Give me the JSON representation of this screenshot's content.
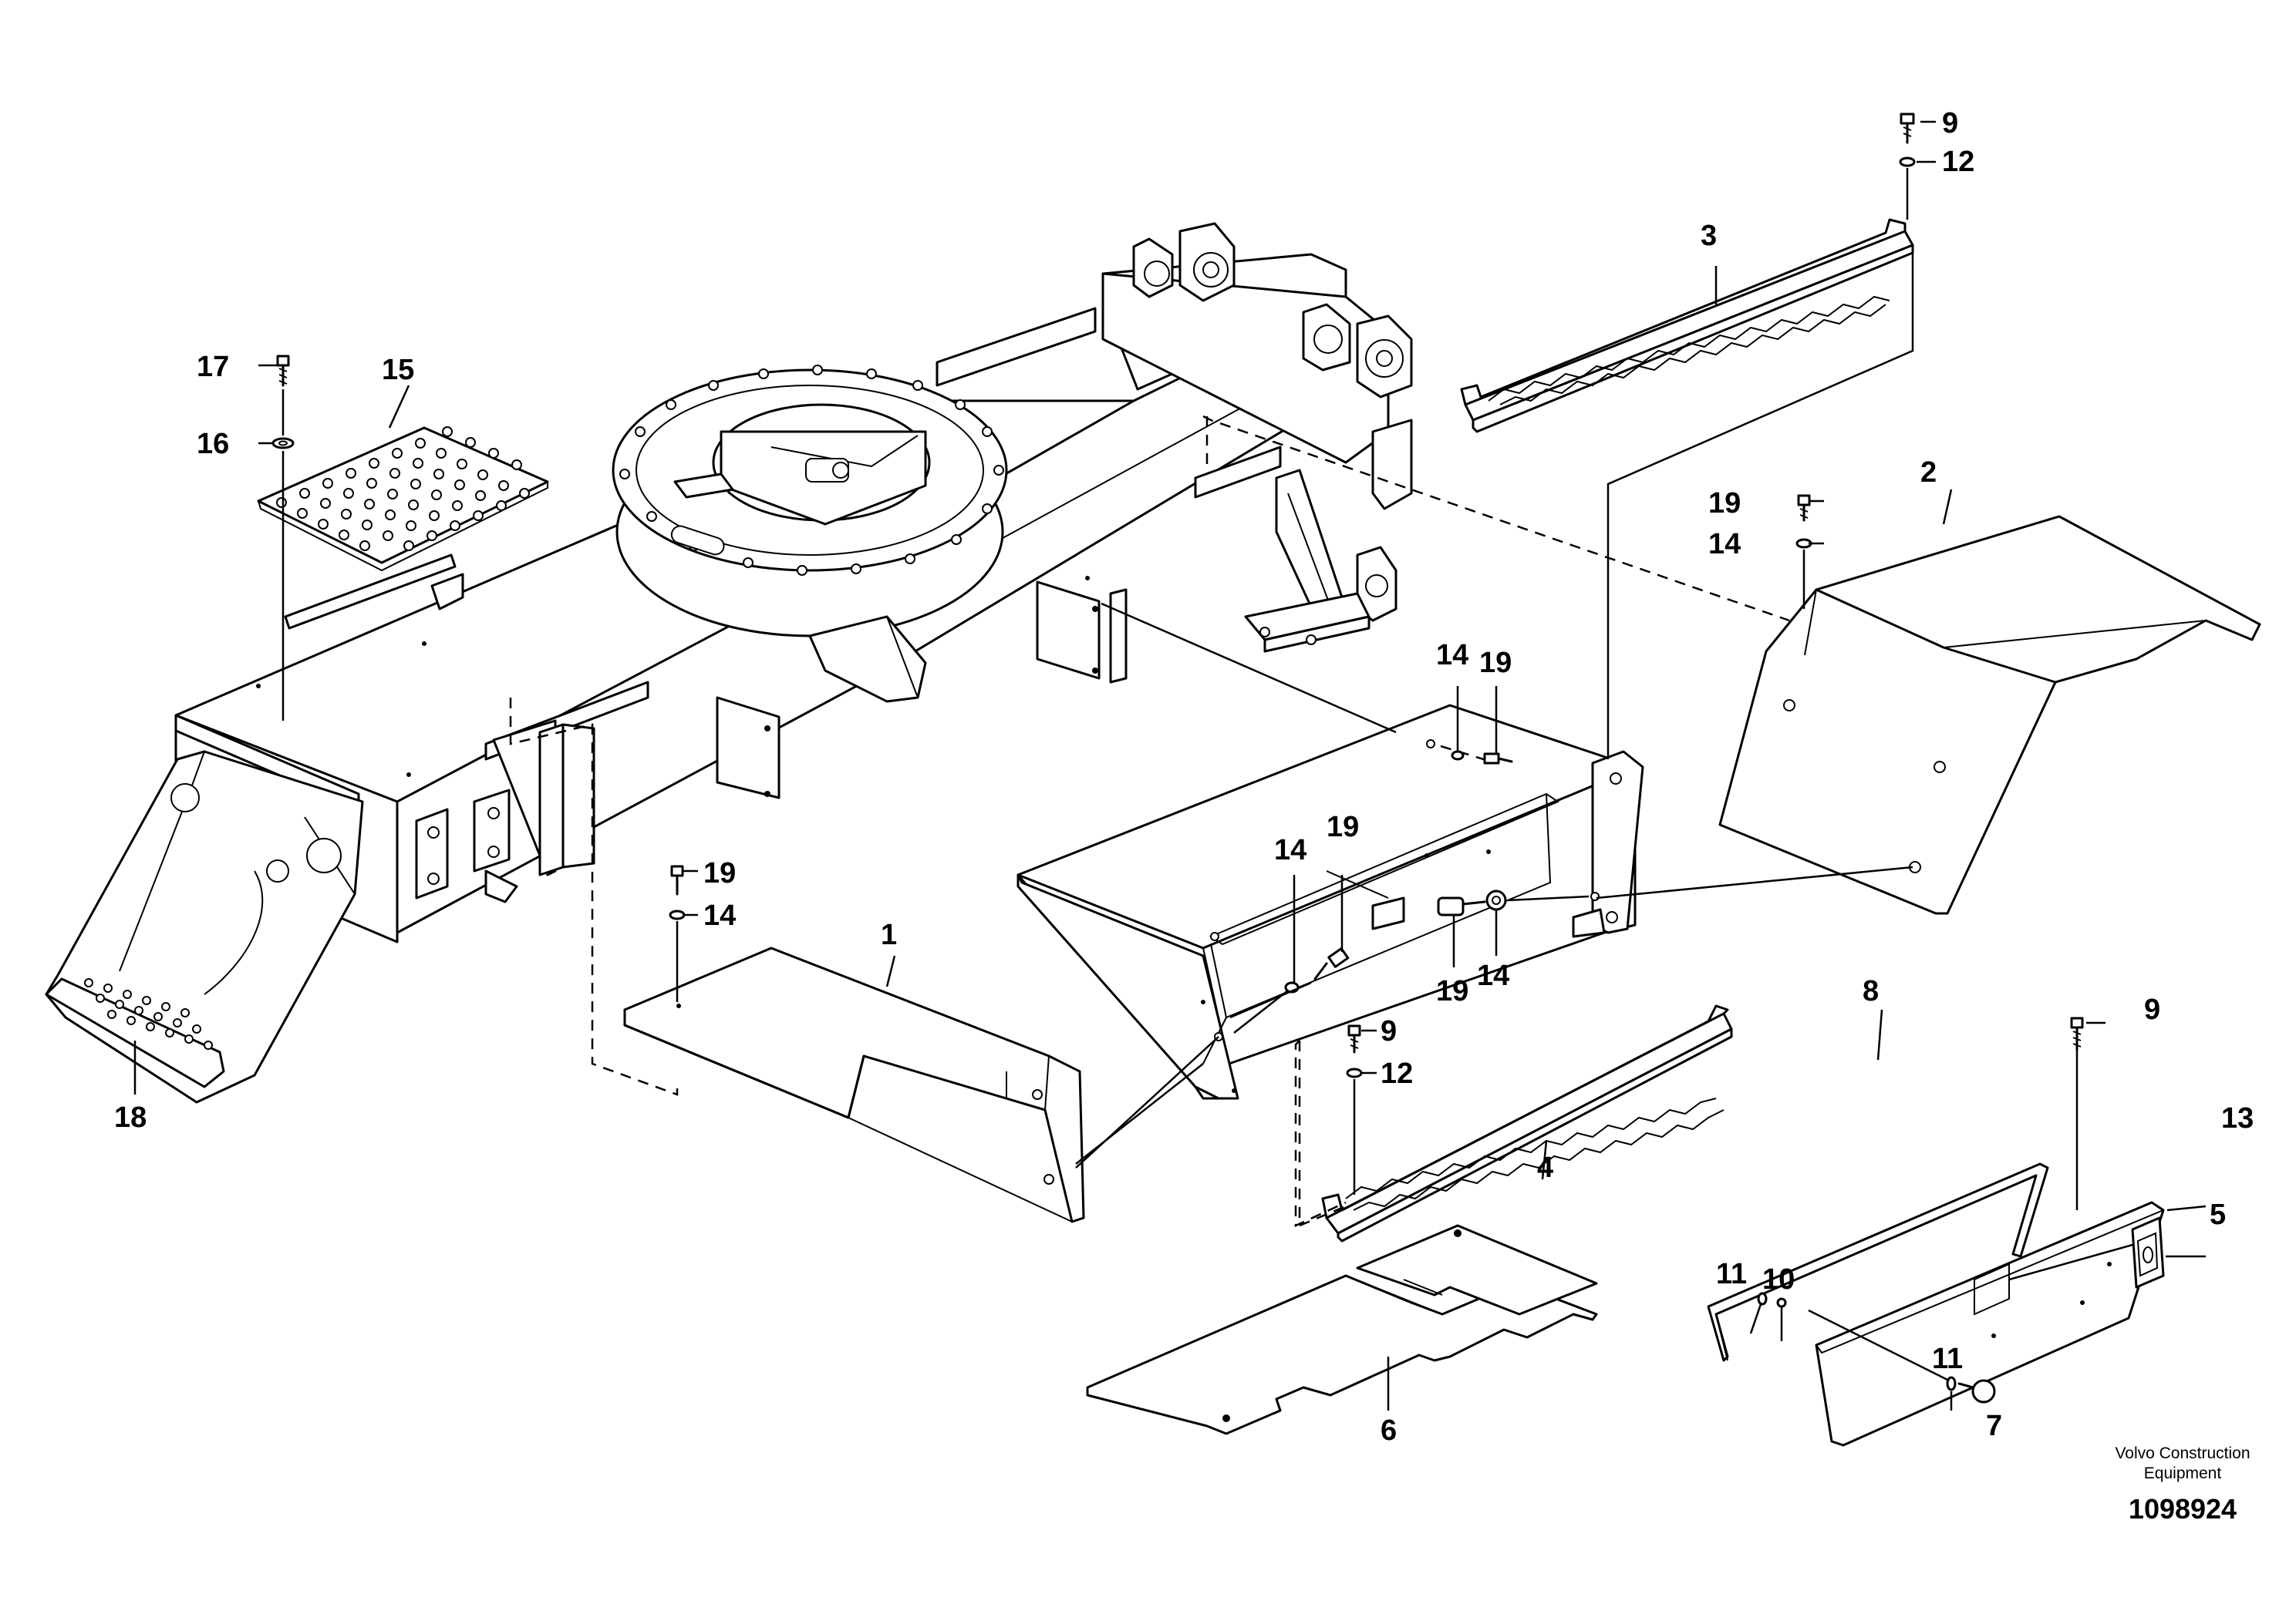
{
  "callouts": [
    {
      "id": "c1",
      "text": "1"
    },
    {
      "id": "c2",
      "text": "2"
    },
    {
      "id": "c3",
      "text": "3"
    },
    {
      "id": "c4",
      "text": "4"
    },
    {
      "id": "c5",
      "text": "5"
    },
    {
      "id": "c6",
      "text": "6"
    },
    {
      "id": "c7",
      "text": "7"
    },
    {
      "id": "c8",
      "text": "8"
    },
    {
      "id": "c9a",
      "text": "9"
    },
    {
      "id": "c9b",
      "text": "9"
    },
    {
      "id": "c9c",
      "text": "9"
    },
    {
      "id": "c10",
      "text": "10"
    },
    {
      "id": "c11a",
      "text": "11"
    },
    {
      "id": "c11b",
      "text": "11"
    },
    {
      "id": "c12a",
      "text": "12"
    },
    {
      "id": "c12b",
      "text": "12"
    },
    {
      "id": "c13",
      "text": "13"
    },
    {
      "id": "c14a",
      "text": "14"
    },
    {
      "id": "c14b",
      "text": "14"
    },
    {
      "id": "c14c",
      "text": "14"
    },
    {
      "id": "c14d",
      "text": "14"
    },
    {
      "id": "c14e",
      "text": "14"
    },
    {
      "id": "c15",
      "text": "15"
    },
    {
      "id": "c16",
      "text": "16"
    },
    {
      "id": "c17",
      "text": "17"
    },
    {
      "id": "c18",
      "text": "18"
    },
    {
      "id": "c19a",
      "text": "19"
    },
    {
      "id": "c19b",
      "text": "19"
    },
    {
      "id": "c19c",
      "text": "19"
    },
    {
      "id": "c19d",
      "text": "19"
    },
    {
      "id": "c19e",
      "text": "19"
    }
  ],
  "footer": {
    "brand_line1": "Volvo Construction",
    "brand_line2": "Equipment",
    "document_number": "1098924"
  }
}
